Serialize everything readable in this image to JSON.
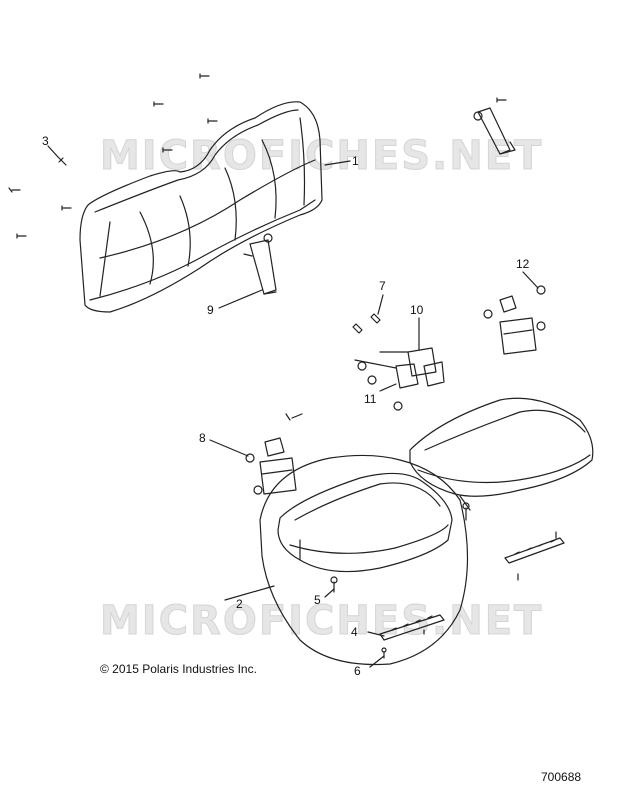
{
  "watermark": "MICROFICHES.NET",
  "copyright": "© 2015 Polaris Industries Inc.",
  "figure_number": "700688",
  "callouts": [
    "1",
    "2",
    "3",
    "4",
    "5",
    "6",
    "7",
    "8",
    "9",
    "10",
    "11",
    "12"
  ]
}
